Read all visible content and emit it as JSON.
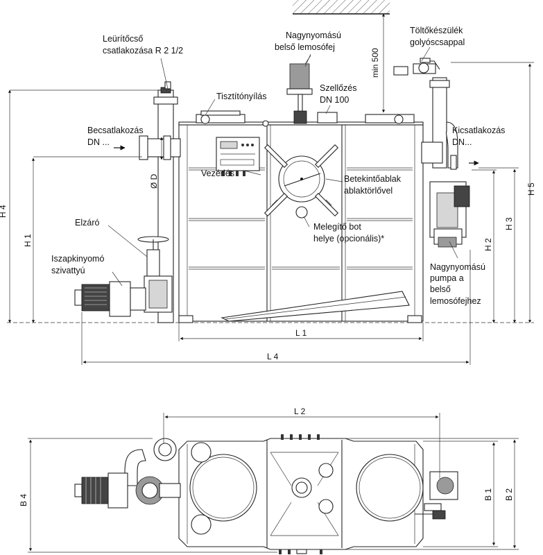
{
  "labels": {
    "drain_line1": "Leürítőcső",
    "drain_line2": "csatlakozása R 2 1/2",
    "hp_nozzle_line1": "Nagynyomású",
    "hp_nozzle_line2": "belső lemosófej",
    "filler_line1": "Töltőkészülék",
    "filler_line2": "golyóscsappal",
    "min500": "min 500",
    "vent_line1": "Szellőzés",
    "vent_line2": "DN 100",
    "cleaning_opening": "Tisztítónyílás",
    "inlet_line1": "Becsatlakozás",
    "inlet_line2": "DN ...",
    "outlet_line1": "Kicsatlakozás",
    "outlet_line2": "DN...",
    "od": "Ø D",
    "control": "Vezérlés",
    "window_line1": "Betekintőablak",
    "window_line2": "ablaktörlővel",
    "shutoff": "Elzáró",
    "sludge_pump_line1": "Iszapkinyomó",
    "sludge_pump_line2": "szivattyú",
    "heater_line1": "Melegítő bot",
    "heater_line2": "helye (opcionális)*",
    "hp_pump_line1": "Nagynyomású",
    "hp_pump_line2": "pumpa a",
    "hp_pump_line3": "belső",
    "hp_pump_line4": "lemosófejhez"
  },
  "dimensions": {
    "H1": "H 1",
    "H2": "H 2",
    "H3": "H 3",
    "H4": "H 4",
    "H5": "H 5",
    "L1": "L 1",
    "L2": "L 2",
    "L4": "L 4",
    "B1": "B 1",
    "B2": "B 2",
    "B4": "B 4"
  }
}
